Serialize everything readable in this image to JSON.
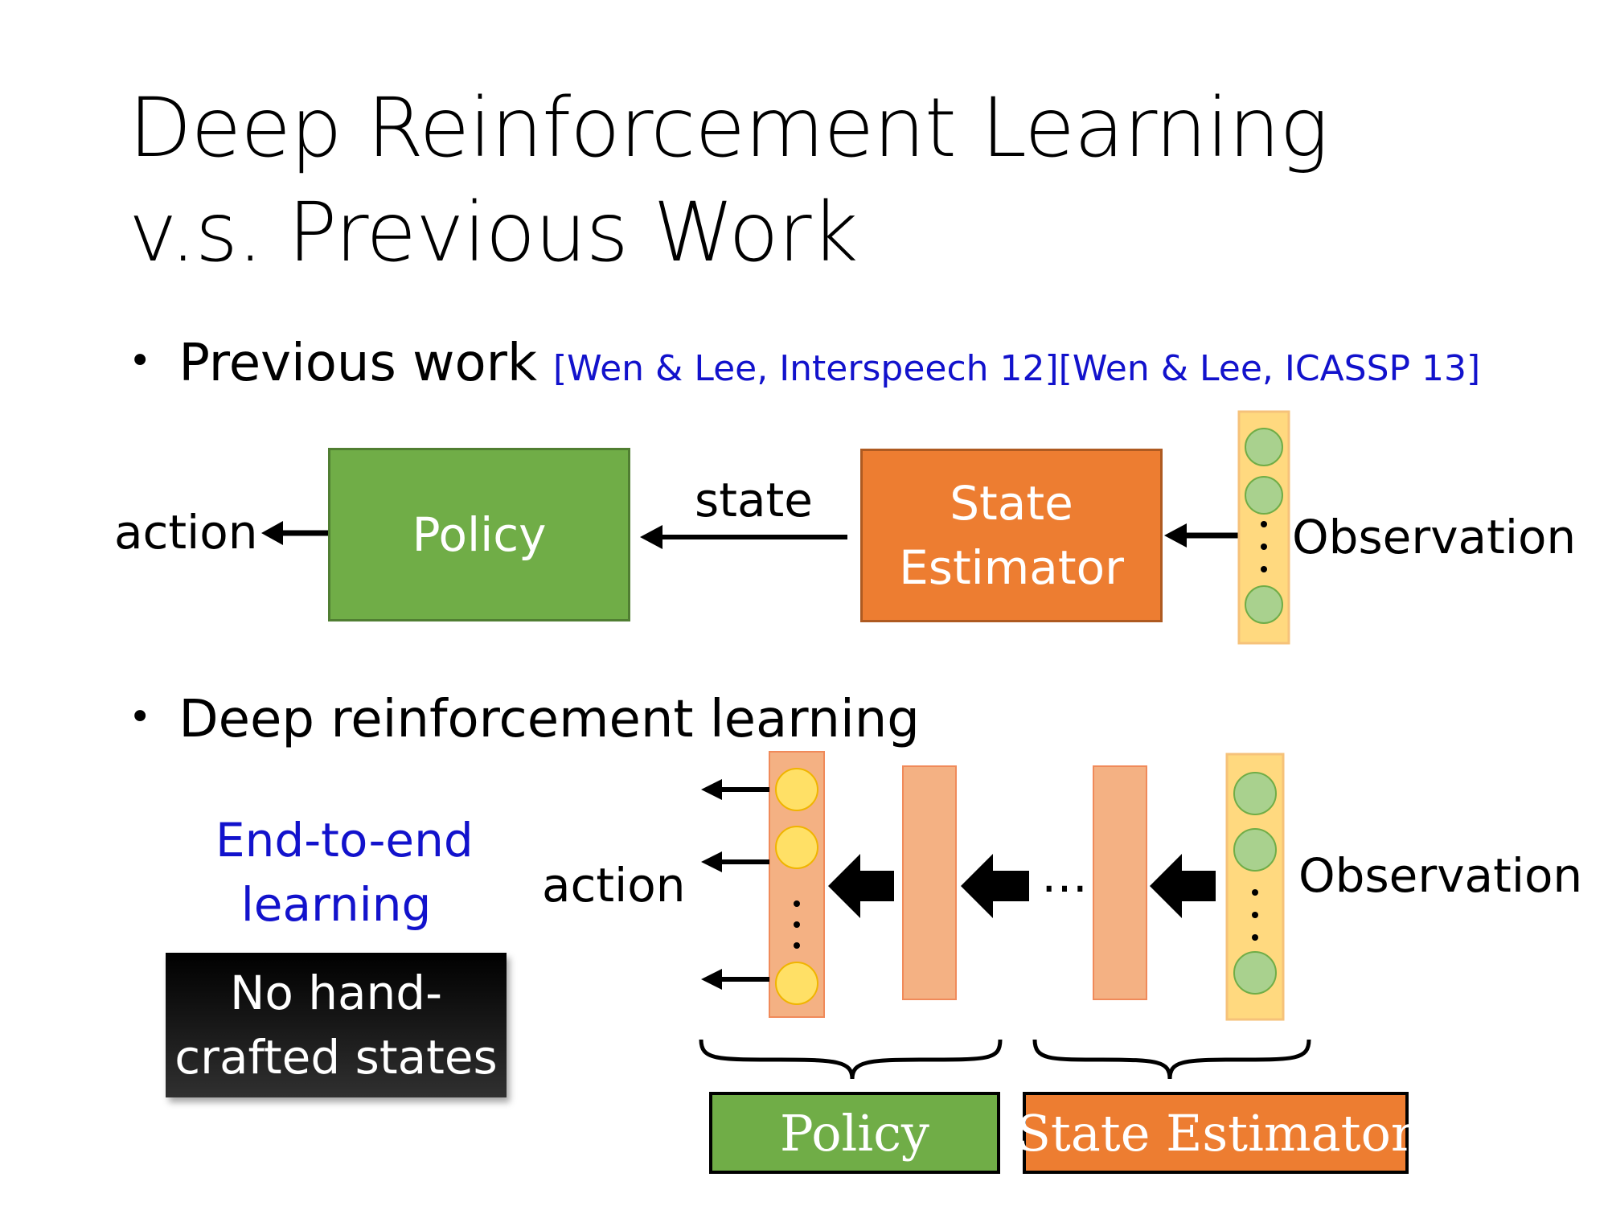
{
  "title_line1": "Deep Reinforcement Learning",
  "title_line2": "v.s. Previous Work",
  "bullets": [
    {
      "text": "Previous work",
      "ref": "[Wen & Lee, Interspeech 12][Wen & Lee, ICASSP 13]"
    },
    {
      "text": "Deep reinforcement learning"
    }
  ],
  "top_diagram": {
    "action": "action",
    "policy": "Policy",
    "state": "state",
    "estimator_line1": "State",
    "estimator_line2": "Estimator",
    "observation": "Observation"
  },
  "bottom_diagram": {
    "end_to_end_line1": "End-to-end",
    "end_to_end_line2": "learning",
    "no_hand_line1": "No hand-",
    "no_hand_line2": "crafted states",
    "action": "action",
    "ellipsis": "…",
    "observation": "Observation",
    "policy": "Policy",
    "state_estimator": "State Estimator"
  },
  "colors": {
    "green": "#70ad47",
    "orange": "#ed7d31",
    "salmon": "#f4b183",
    "vector_bg": "#ffd97f",
    "node_green": "#a9d18e",
    "node_yellow": "#ffe066",
    "blue_text": "#1212cc"
  }
}
